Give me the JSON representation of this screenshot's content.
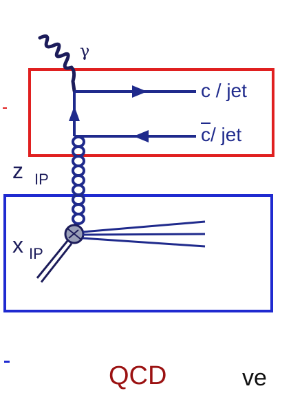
{
  "labels": {
    "photon": "γ",
    "charm": "c / jet",
    "anticharm": "c",
    "anticharm_tail": "/ jet",
    "z": "z",
    "z_sub": "IP",
    "x": "x",
    "x_sub": "IP",
    "qcd": "QCD",
    "trailing": "ve"
  },
  "colors": {
    "hard_box": "#e02020",
    "remnant_box": "#1f2ad0",
    "lines": "#1f2a8c",
    "qcd_text": "#9b1212"
  }
}
